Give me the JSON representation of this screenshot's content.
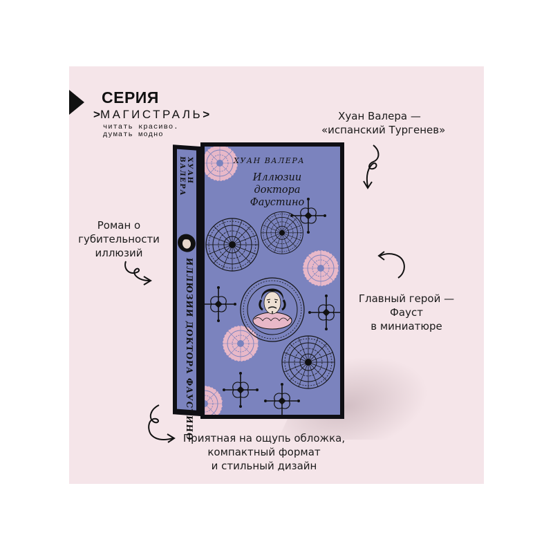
{
  "series": {
    "label": "СЕРИЯ",
    "brand": "МАГИСТРАЛЬ",
    "tagline_line1": "читать красиво.",
    "tagline_line2": "думать модно"
  },
  "callouts": {
    "author": [
      "Хуан Валера —",
      "«испанский Тургенев»"
    ],
    "novel": [
      "Роман о",
      "губительности",
      "иллюзий"
    ],
    "hero": [
      "Главный герой —",
      "Фауст",
      "в миниатюре"
    ],
    "feel": [
      "Приятная на ощупь обложка,",
      "компактный формат",
      "и стильный дизайн"
    ]
  },
  "book": {
    "author": "ХУАН ВАЛЕРА",
    "title_line1": "Иллюзии",
    "title_line2": "доктора Фаустино",
    "spine_author": "ХУАН ВАЛЕРА",
    "spine_title": "ИЛЛЮЗИИ ДОКТОРА ФАУСТИНО"
  },
  "colors": {
    "background": "#f5e5e9",
    "cover": "#7b83be",
    "pink": "#e8b8c8",
    "ink": "#111111"
  }
}
